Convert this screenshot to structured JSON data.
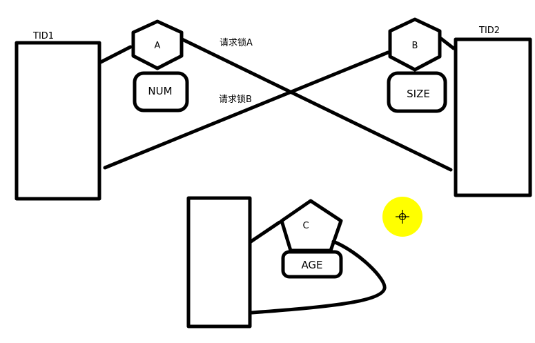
{
  "threads": {
    "tid1": {
      "label": "TID1"
    },
    "tid2": {
      "label": "TID2"
    }
  },
  "locks": {
    "a": {
      "label": "A",
      "resource": "NUM"
    },
    "b": {
      "label": "B",
      "resource": "SIZE"
    },
    "c": {
      "label": "C",
      "resource": "AGE"
    }
  },
  "annotations": {
    "request_a": "请求锁A",
    "request_b": "请求锁B"
  },
  "cursor": {
    "highlight_color": "#ffff00",
    "icon": "crosshair-icon"
  }
}
